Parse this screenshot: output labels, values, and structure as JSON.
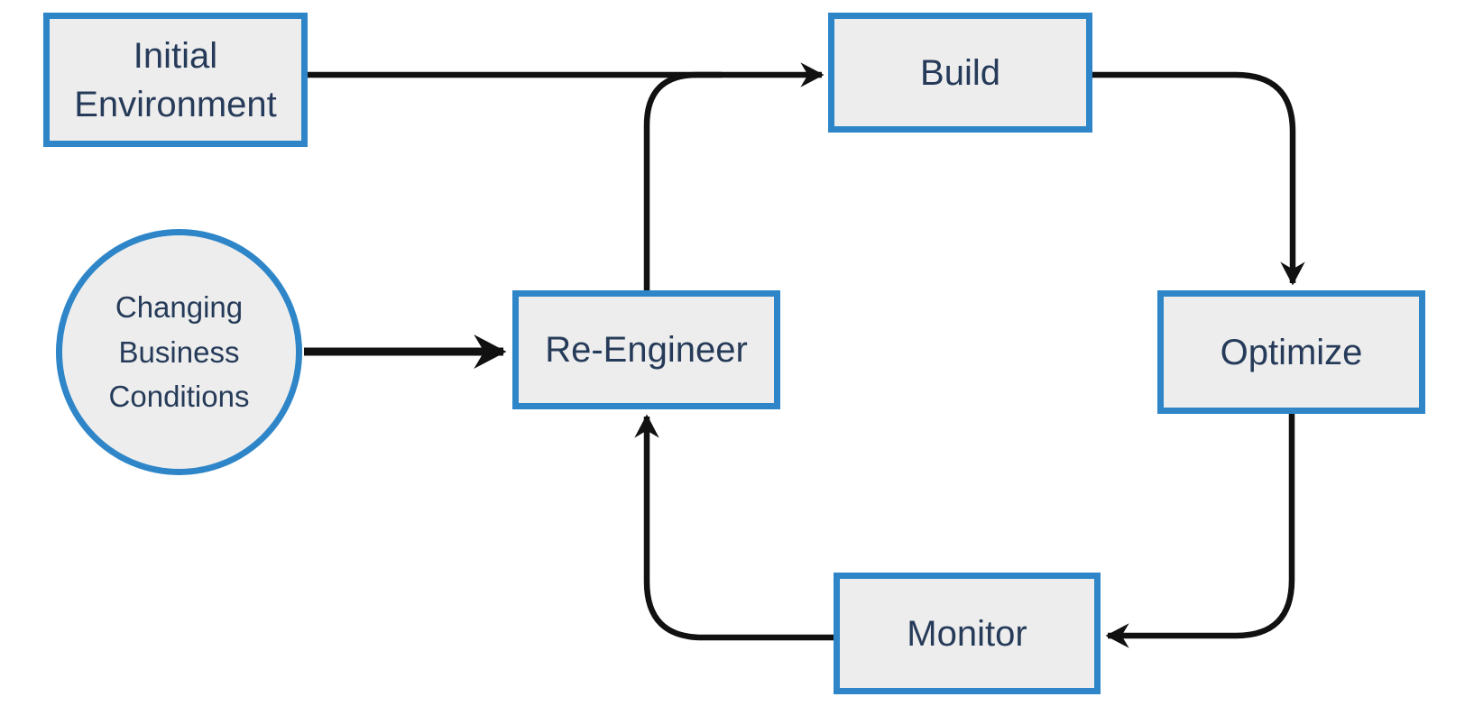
{
  "diagram": {
    "type": "flowchart",
    "colors": {
      "node_border": "#2E86C8",
      "node_fill": "#EDEDED",
      "label_text": "#263B59",
      "connector": "#111111",
      "background": "#FFFFFF"
    },
    "nodes": {
      "initial_environment": {
        "label": "Initial Environment",
        "shape": "rectangle"
      },
      "build": {
        "label": "Build",
        "shape": "rectangle"
      },
      "changing_business_conditions": {
        "label": "Changing Business Conditions",
        "shape": "circle"
      },
      "re_engineer": {
        "label": "Re-Engineer",
        "shape": "rectangle"
      },
      "optimize": {
        "label": "Optimize",
        "shape": "rectangle"
      },
      "monitor": {
        "label": "Monitor",
        "shape": "rectangle"
      }
    },
    "edges": [
      {
        "from": "Initial Environment",
        "to": "Build",
        "line": "thin",
        "arrowhead": true
      },
      {
        "from": "Re-Engineer",
        "to": "Build",
        "line": "thin",
        "arrowhead": false,
        "note": "merges into Initial Environment-to-Build arrow"
      },
      {
        "from": "Build",
        "to": "Optimize",
        "line": "thin",
        "arrowhead": true
      },
      {
        "from": "Optimize",
        "to": "Monitor",
        "line": "thin",
        "arrowhead": true
      },
      {
        "from": "Monitor",
        "to": "Re-Engineer",
        "line": "thin",
        "arrowhead": true
      },
      {
        "from": "Changing Business Conditions",
        "to": "Re-Engineer",
        "line": "thick",
        "arrowhead": true
      }
    ]
  }
}
